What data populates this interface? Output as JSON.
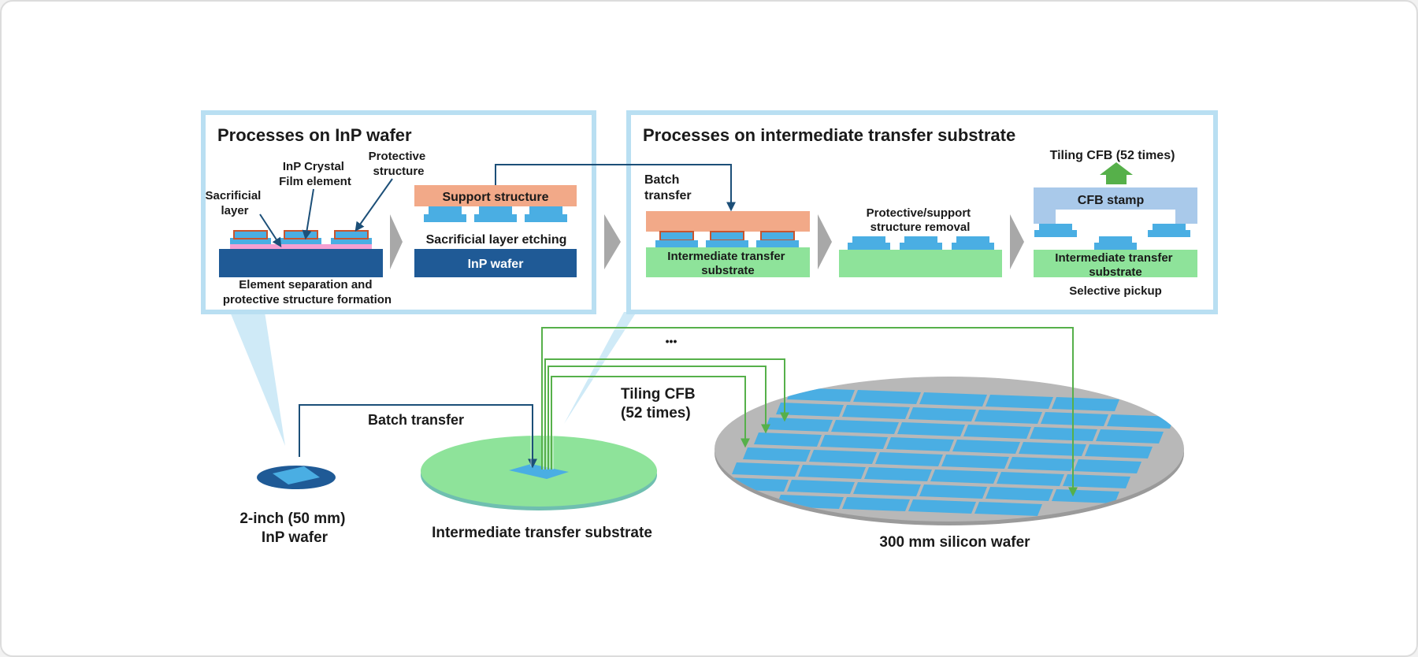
{
  "panel_inp": {
    "title": "Processes on InP wafer",
    "label_sacrificial": [
      "Sacrificial",
      "layer"
    ],
    "label_inp_film": [
      "InP Crystal",
      "Film element"
    ],
    "label_protective": [
      "Protective",
      "structure"
    ],
    "caption_step1": [
      "Element separation and",
      "protective structure formation"
    ],
    "support_structure": "Support structure",
    "caption_step2": "Sacrificial layer etching",
    "inp_wafer": "InP wafer"
  },
  "panel_transfer": {
    "title": "Processes on intermediate transfer substrate",
    "label_batch": [
      "Batch",
      "transfer"
    ],
    "substrate_label": [
      "Intermediate transfer",
      "substrate"
    ],
    "label_removal": [
      "Protective/support",
      "structure removal"
    ],
    "label_tiling": "Tiling CFB (52 times)",
    "cfb_stamp": "CFB stamp",
    "substrate_label_2": [
      "Intermediate transfer",
      "substrate"
    ],
    "caption_pickup": "Selective pickup"
  },
  "bottom": {
    "batch_transfer": "Batch transfer",
    "tiling_cfb": [
      "Tiling CFB",
      "(52 times)"
    ],
    "ellipsis": "•••",
    "inp_wafer_label": [
      "2-inch (50 mm)",
      "InP wafer"
    ],
    "intermediate_label": "Intermediate transfer substrate",
    "silicon_label": "300 mm silicon wafer"
  },
  "colors": {
    "panel_border": "#b9dff2",
    "inp_blue": "#1f5a96",
    "element_blue": "#4aaee3",
    "support_orange": "#f2a988",
    "substrate_green": "#8ee39a",
    "stamp_blue": "#a9c9ea",
    "arrow_green": "#56b04a",
    "arrow_navy": "#1c4f78",
    "chevron_grey": "#a8a8a8",
    "wafer_grey": "#b8b8b8"
  }
}
